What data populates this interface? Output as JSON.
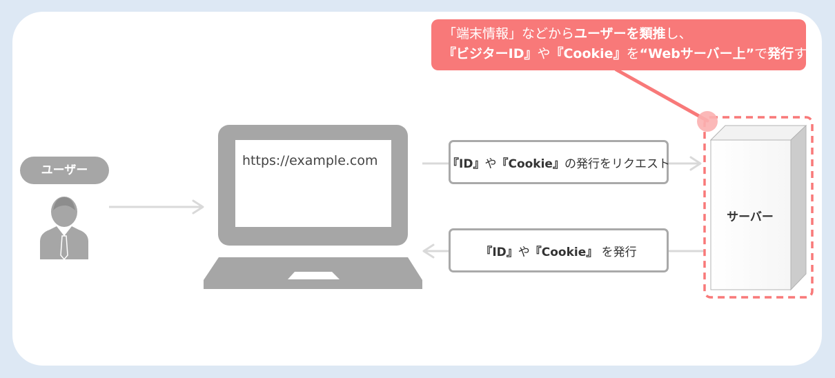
{
  "callout": {
    "line1_a": "「端末情報」などから",
    "line1_b": "ユーザーを類推",
    "line1_c": "し、",
    "line2_a": "『ビジターID』",
    "line2_b": "や",
    "line2_c": "『Cookie』",
    "line2_d": "を",
    "line2_e": "“Webサーバー上”",
    "line2_f": "で",
    "line2_g": "発行",
    "line2_h": "する"
  },
  "user": {
    "label": "ユーザー",
    "icon": "person-icon"
  },
  "computer": {
    "url": "https://example.com",
    "icon": "laptop-icon"
  },
  "request": {
    "part1": "『ID』",
    "part2": "や",
    "part3": "『Cookie』",
    "part4": "の発行をリクエスト"
  },
  "response": {
    "part1": "『ID』",
    "part2": "や",
    "part3": "『Cookie』",
    "part4": " を発行"
  },
  "server": {
    "label": "サーバー",
    "icon": "server-icon"
  },
  "colors": {
    "background": "#dde8f4",
    "panel": "#ffffff",
    "accent": "#f87979",
    "gray": "#a6a6a6",
    "arrow": "#d9d9d9"
  }
}
